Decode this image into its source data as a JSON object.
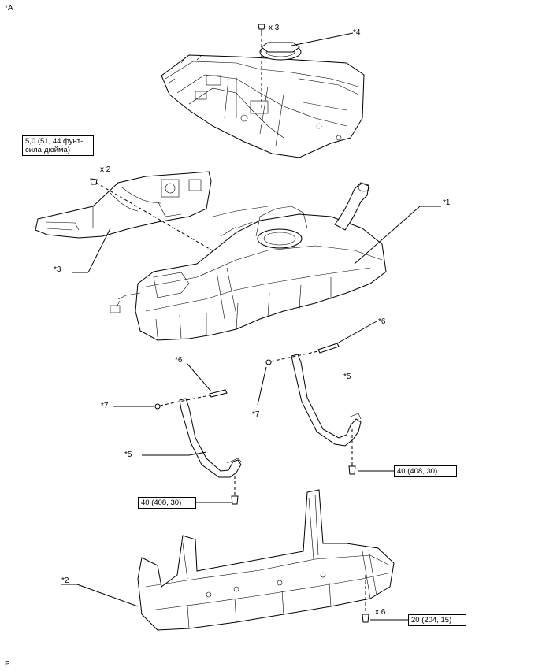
{
  "corner_label": "*A",
  "footer_label": "P",
  "callouts": {
    "c1": "*1",
    "c2": "*2",
    "c3": "*3",
    "c4": "*4",
    "c5a": "*5",
    "c5b": "*5",
    "c6a": "*6",
    "c6b": "*6",
    "c7a": "*7",
    "c7b": "*7"
  },
  "quantities": {
    "q_top": "x 3",
    "q_bracket": "x 2",
    "q_bottom": "x 6"
  },
  "torque_specs": {
    "bracket_line1": "5,0 (51, 44 фунт-",
    "bracket_line2": "сила-дюйма)",
    "band_right": "40 (408, 30)",
    "band_left": "40 (408, 30)",
    "protector": "20 (204, 15)"
  }
}
